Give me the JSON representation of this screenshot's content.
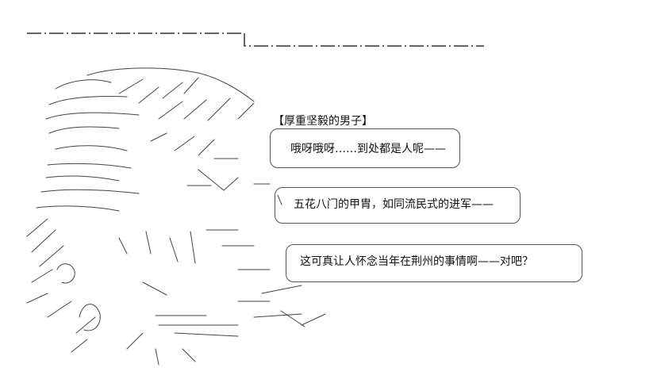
{
  "speaker": {
    "label": "【厚重坚毅的男子】"
  },
  "dialogue": [
    {
      "text": "哦呀哦呀……到处都是人呢——"
    },
    {
      "text": "五花八门的甲胄，如同流民式的进军——"
    },
    {
      "text": "这可真让人怀念当年在荆州的事情啊——对吧？"
    }
  ]
}
